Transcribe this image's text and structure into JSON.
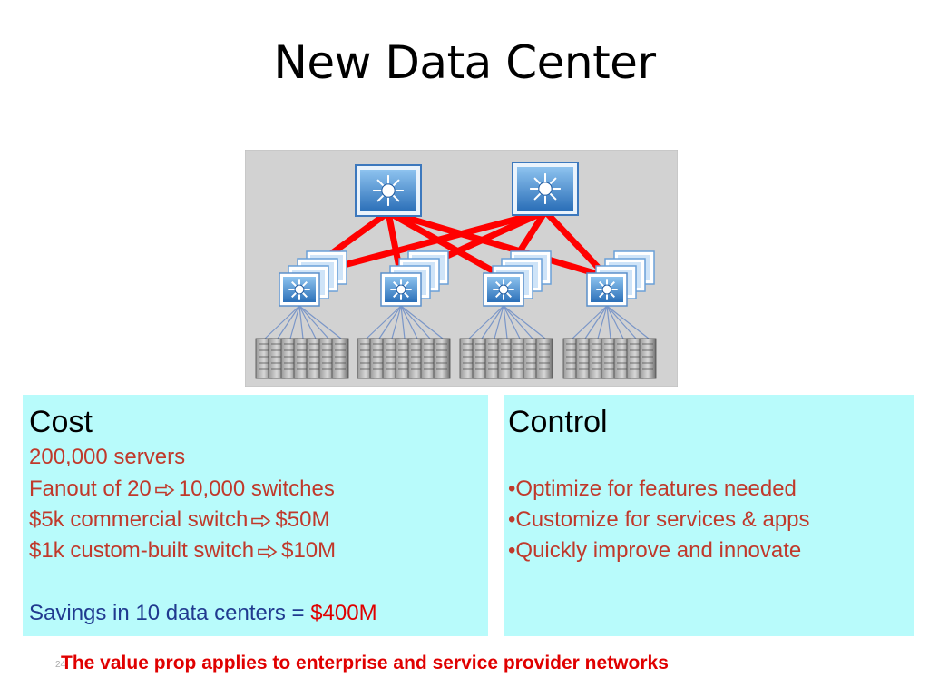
{
  "title": "New Data Center",
  "cost": {
    "heading": "Cost",
    "line1": "200,000 servers",
    "line2_a": "Fanout of 20",
    "line2_b": "10,000 switches",
    "line3_a": "$5k commercial switch",
    "line3_b": "$50M",
    "line4_a": "$1k custom-built switch",
    "line4_b": "$10M",
    "savings_label": "Savings in 10 data centers = ",
    "savings_value": "$400M"
  },
  "control": {
    "heading": "Control",
    "bullets": [
      "•Optimize for features needed",
      "•Customize for services & apps",
      "•Quickly improve and innovate"
    ]
  },
  "footer": "The value prop applies to enterprise and service provider networks",
  "slide_number": "24",
  "colors": {
    "box_bg": "#b8fbfb",
    "link_red": "#ff0000",
    "text_red": "#c0392b",
    "text_blue": "#203a8f",
    "footer_red": "#e00000"
  },
  "icons": [
    "core-switch-icon",
    "edge-switch-icon",
    "server-rack-icon",
    "hollow-arrow-icon"
  ]
}
